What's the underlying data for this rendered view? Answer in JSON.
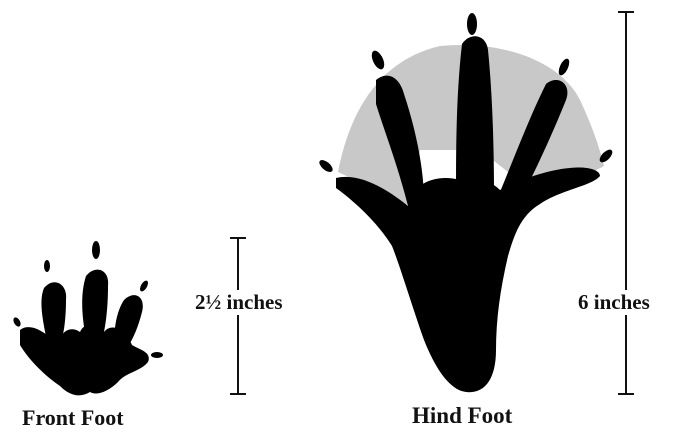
{
  "front_foot": {
    "caption": "Front Foot",
    "measurement": "2½ inches"
  },
  "hind_foot": {
    "caption": "Hind Foot",
    "measurement": "6 inches"
  },
  "colors": {
    "footprint": "#000000",
    "webbing": "#c8c8c8",
    "scale_line": "#111111",
    "background": "#ffffff"
  }
}
